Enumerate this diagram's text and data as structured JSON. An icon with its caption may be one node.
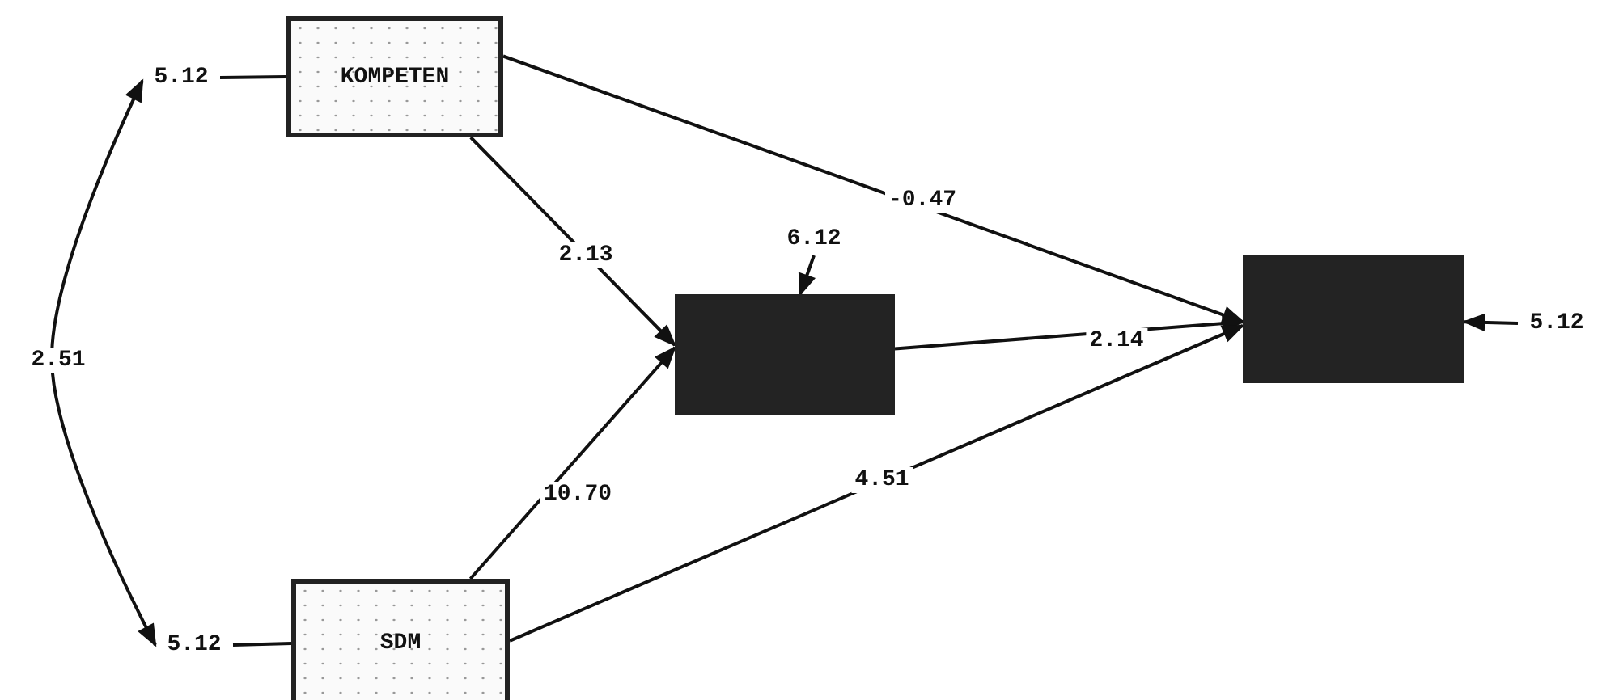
{
  "diagram": {
    "nodes": [
      {
        "text": [
          "5.12"
        ]
      },
      {
        "text": [
          "KOMPETEN"
        ]
      },
      {
        "text": [
          "5.12"
        ]
      },
      {
        "text": [
          "SDM"
        ]
      },
      {
        "text": [],
        "shape": "box"
      },
      {
        "text": [
          "6.12"
        ]
      },
      {
        "text": [],
        "shape": "box"
      },
      {
        "text": [
          "5.12"
        ]
      }
    ],
    "edges": [
      {
        "from": 0,
        "to": 1,
        "arrow": "none"
      },
      {
        "from": 2,
        "to": 3,
        "arrow": "none"
      },
      {
        "from": 0,
        "to": 2,
        "arrow": "both",
        "label": "2.51"
      },
      {
        "from": 1,
        "to": 4,
        "arrow": "to",
        "label": "2.13"
      },
      {
        "from": 3,
        "to": 4,
        "arrow": "to",
        "label": "10.70"
      },
      {
        "from": 1,
        "to": 6,
        "arrow": "to",
        "label": "-0.47"
      },
      {
        "from": 4,
        "to": 6,
        "arrow": "to",
        "label": "2.14"
      },
      {
        "from": 3,
        "to": 6,
        "arrow": "to",
        "label": "4.51"
      },
      {
        "from": 5,
        "to": 4,
        "arrow": "to"
      },
      {
        "from": 7,
        "to": 6,
        "arrow": "to"
      }
    ]
  }
}
